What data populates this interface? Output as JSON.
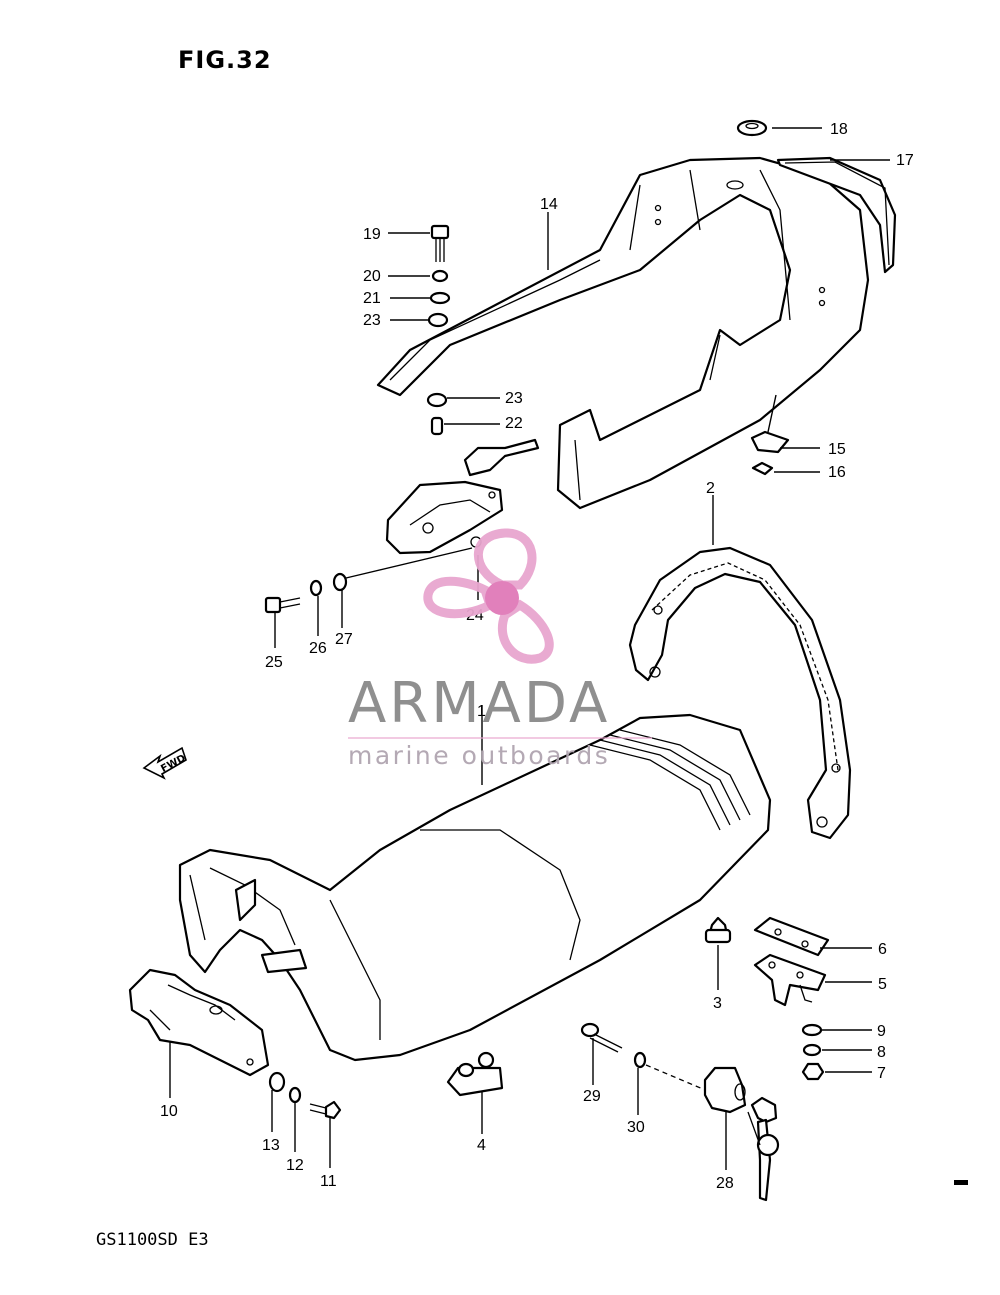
{
  "figure": {
    "title": "FIG.32",
    "model_code": "GS1100SD E3",
    "fwd_marker": "FWD"
  },
  "watermark": {
    "brand": "ARMADA",
    "tagline": "marine outboards",
    "logo_color": "#e8a6cf",
    "center_color": "#e07ab8"
  },
  "callouts": [
    {
      "id": "1",
      "label": "1"
    },
    {
      "id": "2",
      "label": "2"
    },
    {
      "id": "3",
      "label": "3"
    },
    {
      "id": "4",
      "label": "4"
    },
    {
      "id": "5",
      "label": "5"
    },
    {
      "id": "6",
      "label": "6"
    },
    {
      "id": "7",
      "label": "7"
    },
    {
      "id": "8",
      "label": "8"
    },
    {
      "id": "9",
      "label": "9"
    },
    {
      "id": "10",
      "label": "10"
    },
    {
      "id": "11",
      "label": "11"
    },
    {
      "id": "12",
      "label": "12"
    },
    {
      "id": "13",
      "label": "13"
    },
    {
      "id": "14",
      "label": "14"
    },
    {
      "id": "15",
      "label": "15"
    },
    {
      "id": "16",
      "label": "16"
    },
    {
      "id": "17",
      "label": "17"
    },
    {
      "id": "18",
      "label": "18"
    },
    {
      "id": "19",
      "label": "19"
    },
    {
      "id": "20",
      "label": "20"
    },
    {
      "id": "21",
      "label": "21"
    },
    {
      "id": "22",
      "label": "22"
    },
    {
      "id": "23a",
      "label": "23"
    },
    {
      "id": "23b",
      "label": "23"
    },
    {
      "id": "24",
      "label": "24"
    },
    {
      "id": "25",
      "label": "25"
    },
    {
      "id": "26",
      "label": "26"
    },
    {
      "id": "27",
      "label": "27"
    },
    {
      "id": "28",
      "label": "28"
    },
    {
      "id": "29",
      "label": "29"
    },
    {
      "id": "30",
      "label": "30"
    }
  ]
}
